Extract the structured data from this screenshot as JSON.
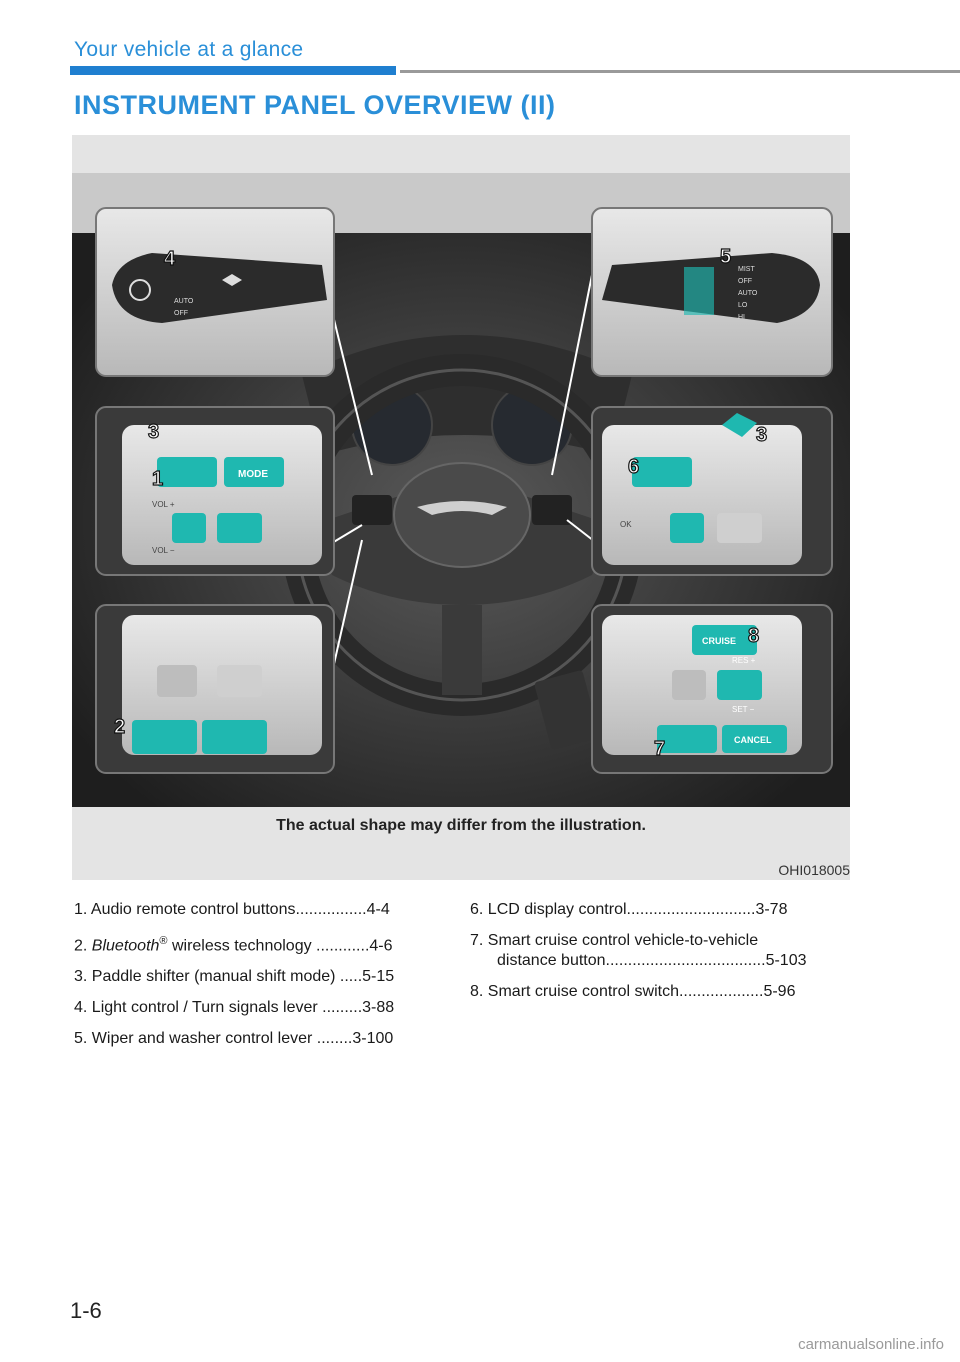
{
  "header": {
    "section": "Your vehicle at a glance"
  },
  "title": "INSTRUMENT PANEL OVERVIEW (II)",
  "figure": {
    "caption": "The actual shape may differ from the illustration.",
    "code": "OHI018005",
    "callouts": [
      "1",
      "2",
      "3",
      "3",
      "4",
      "5",
      "6",
      "7",
      "8"
    ],
    "labels": {
      "mode": "MODE",
      "vol_up": "VOL +",
      "vol_down": "VOL −",
      "ok": "OK",
      "cruise": "CRUISE",
      "res": "RES +",
      "set": "SET −",
      "cancel": "CANCEL",
      "auto": "AUTO",
      "off": "OFF",
      "mist": "MIST",
      "lo": "LO",
      "hi": "HI"
    },
    "accent_color": "#1fb8b0"
  },
  "items_left": [
    {
      "num": "1.",
      "label": "Audio remote control buttons",
      "dots": "................",
      "page": "4-4"
    },
    {
      "num": "2.",
      "label_em": "Bluetooth",
      "sup": "®",
      "label": " wireless technology",
      "dots": " ............",
      "page": "4-6"
    },
    {
      "num": "3.",
      "label": "Paddle shifter (manual shift mode)",
      "dots": " .....",
      "page": "5-15"
    },
    {
      "num": "4.",
      "label": "Light control / Turn signals lever",
      "dots": " .........",
      "page": "3-88"
    },
    {
      "num": "5.",
      "label": "Wiper and washer control lever",
      "dots": " ........",
      "page": "3-100"
    }
  ],
  "items_right": [
    {
      "num": "6.",
      "label": "LCD display control",
      "dots": ".............................",
      "page": "3-78"
    },
    {
      "num": "7.",
      "label": "Smart cruise control vehicle-to-vehicle",
      "label2": "distance button",
      "dots": "....................................",
      "page": "5-103"
    },
    {
      "num": "8.",
      "label": "Smart cruise control switch",
      "dots": "...................",
      "page": "5-96"
    }
  ],
  "page_number": "1-6",
  "watermark": "carmanualsonline.info"
}
